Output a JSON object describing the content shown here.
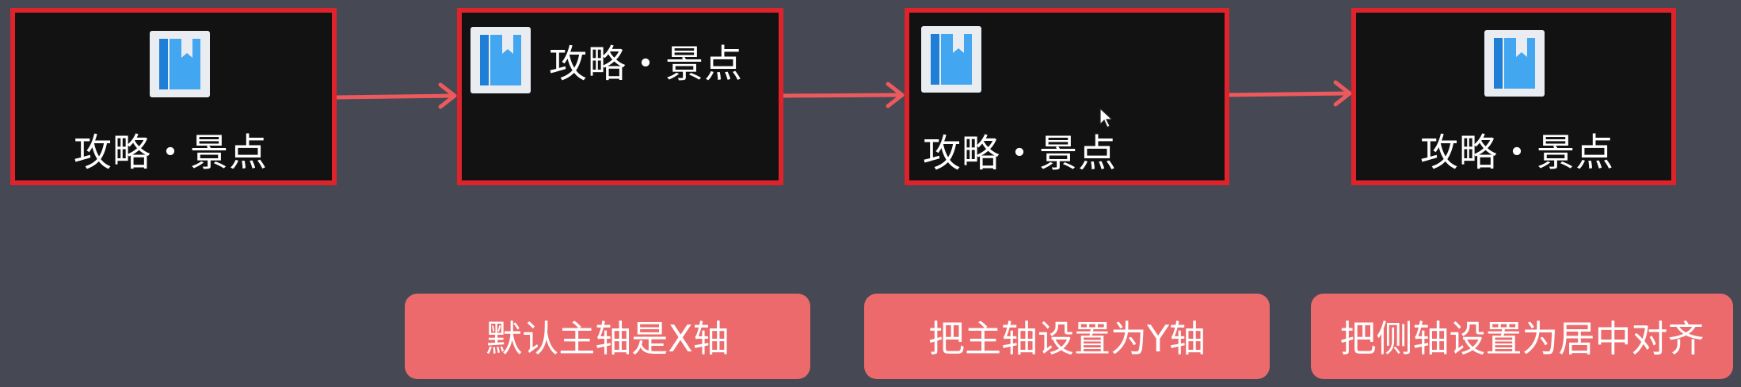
{
  "colors": {
    "background": "#464853",
    "box_fill": "#121213",
    "box_border": "#e0232b",
    "arrow": "#ec5a5e",
    "pill": "#ec6a6c",
    "icon_blue": "#2f96e6"
  },
  "panels": [
    {
      "icon": "book-icon",
      "label": "攻略・景点"
    },
    {
      "icon": "book-icon",
      "label": "攻略・景点"
    },
    {
      "icon": "book-icon",
      "label": "攻略・景点"
    },
    {
      "icon": "book-icon",
      "label": "攻略・景点"
    }
  ],
  "captions": [
    "默认主轴是X轴",
    "把主轴设置为Y轴",
    "把侧轴设置为居中对齐"
  ]
}
